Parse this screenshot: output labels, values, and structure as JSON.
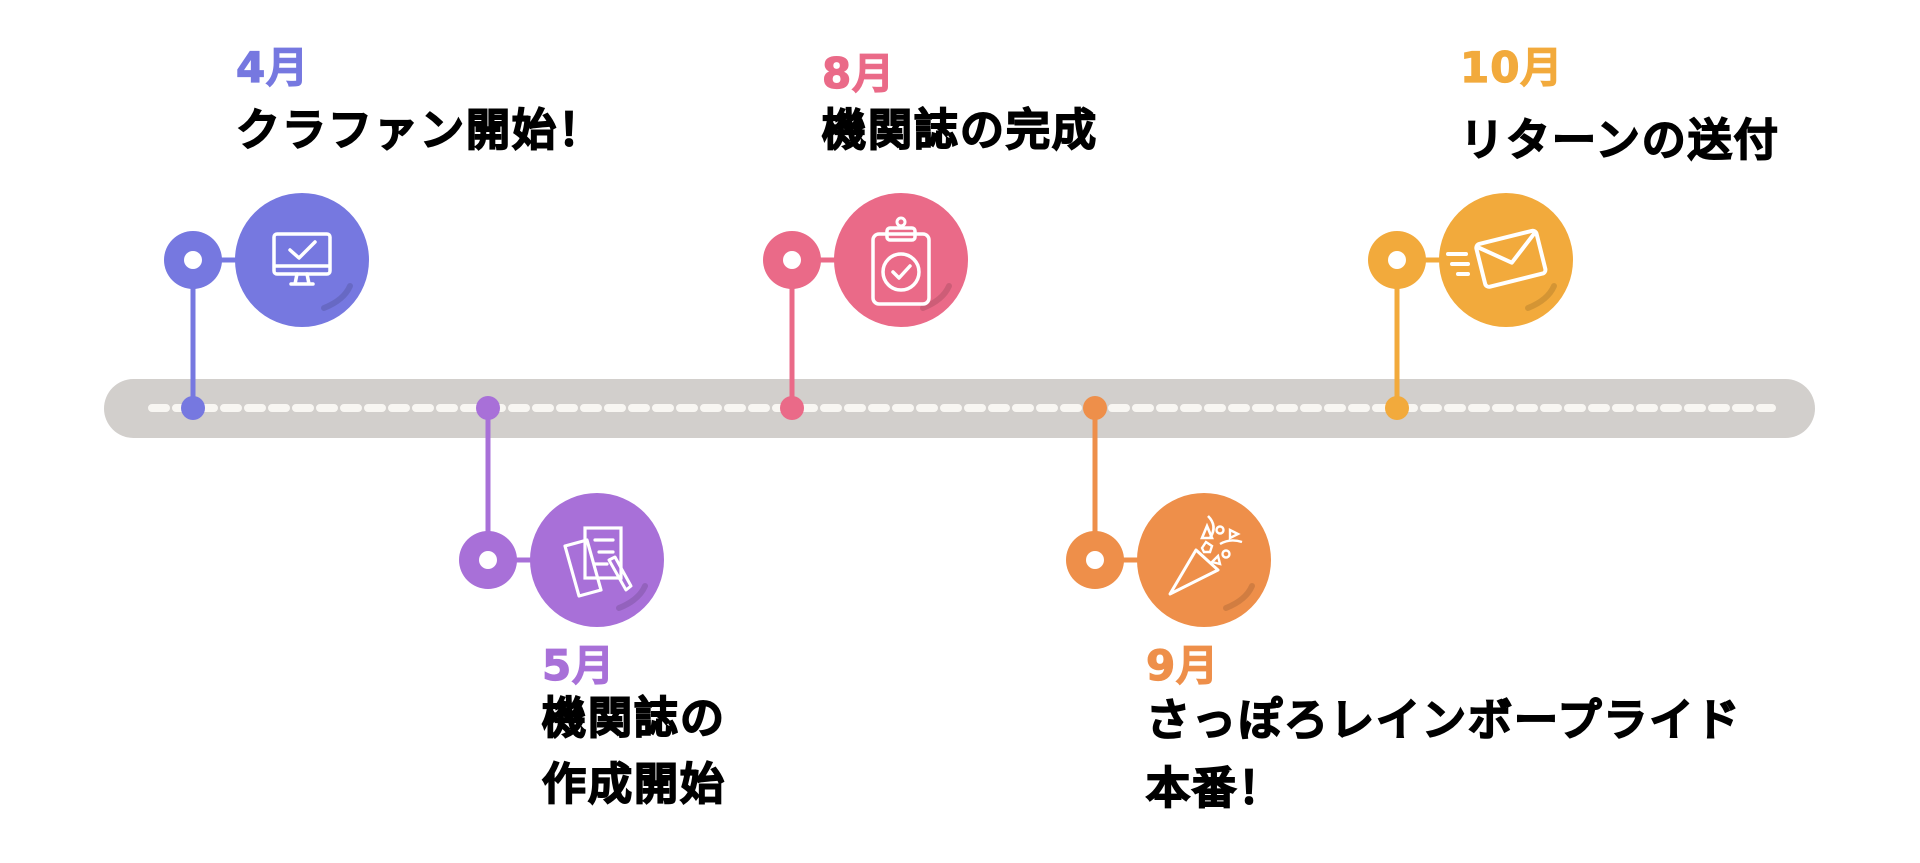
{
  "timeline": {
    "track_color": "#d2cfcc",
    "dash_color": "#f8f6f2",
    "items": [
      {
        "month": "4月",
        "title_lines": [
          "クラファン開始！"
        ],
        "color": "#7678e0",
        "icon": "monitor-check-icon",
        "side": "top"
      },
      {
        "month": "5月",
        "title_lines": [
          "機関誌の",
          "作成開始"
        ],
        "color": "#a870d8",
        "icon": "documents-pencil-icon",
        "side": "bottom"
      },
      {
        "month": "8月",
        "title_lines": [
          "機関誌の完成"
        ],
        "color": "#ea6a88",
        "icon": "clipboard-check-icon",
        "side": "top"
      },
      {
        "month": "9月",
        "title_lines": [
          "さっぽろレインボープライド",
          "本番！"
        ],
        "color": "#ee8f4a",
        "icon": "party-popper-icon",
        "side": "bottom"
      },
      {
        "month": "10月",
        "title_lines": [
          "リターンの送付"
        ],
        "color": "#f2aa3c",
        "icon": "envelope-send-icon",
        "side": "top"
      }
    ]
  }
}
